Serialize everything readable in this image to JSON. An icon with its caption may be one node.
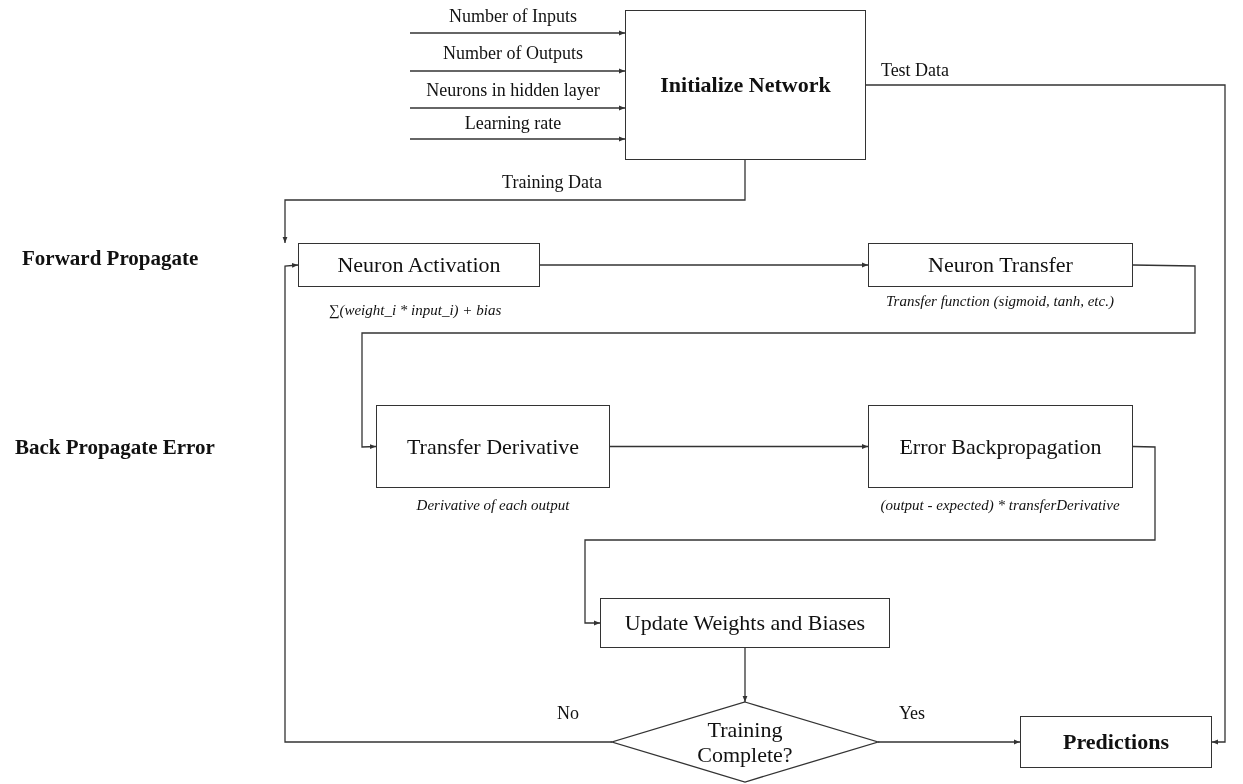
{
  "diagram": {
    "nodes": [
      {
        "text": [
          "Initialize Network"
        ]
      },
      {
        "text": [
          "Neuron Activation"
        ],
        "beside": [
          "∑(weight_i * input_i) + bias"
        ]
      },
      {
        "text": [
          "Neuron Transfer"
        ],
        "beside": [
          "Transfer function (sigmoid, tanh, etc.)"
        ]
      },
      {
        "text": [
          "Transfer Derivative"
        ],
        "beside": [
          "Derivative of each output"
        ]
      },
      {
        "text": [
          "Error Backpropagation"
        ],
        "beside": [
          "(output - expected) * transferDerivative"
        ]
      },
      {
        "text": [
          "Update Weights and Biases"
        ]
      },
      {
        "text": [
          "Training Complete?"
        ]
      },
      {
        "text": [
          "Predictions"
        ]
      }
    ],
    "edges": [
      {
        "from": null,
        "to": 0,
        "arrow": "to",
        "label": "Number of Inputs"
      },
      {
        "from": null,
        "to": 0,
        "arrow": "to",
        "label": "Number of Outputs"
      },
      {
        "from": null,
        "to": 0,
        "arrow": "to",
        "label": "Neurons in hidden layer"
      },
      {
        "from": null,
        "to": 0,
        "arrow": "to",
        "label": "Learning rate"
      },
      {
        "from": 0,
        "to": 7,
        "arrow": "to",
        "label": "Test Data"
      },
      {
        "from": 0,
        "to": 1,
        "arrow": "to",
        "label": "Training Data"
      },
      {
        "from": 1,
        "to": 2,
        "arrow": "to"
      },
      {
        "from": 2,
        "to": 3,
        "arrow": "to"
      },
      {
        "from": 3,
        "to": 4,
        "arrow": "to"
      },
      {
        "from": 4,
        "to": 5,
        "arrow": "to"
      },
      {
        "from": 5,
        "to": 6,
        "arrow": "to"
      },
      {
        "from": 6,
        "to": 1,
        "arrow": "to",
        "label": "No"
      },
      {
        "from": 6,
        "to": 7,
        "arrow": "to",
        "label": "Yes"
      }
    ],
    "labels": [
      "Forward Propagate",
      "Back Propagate Error"
    ]
  }
}
